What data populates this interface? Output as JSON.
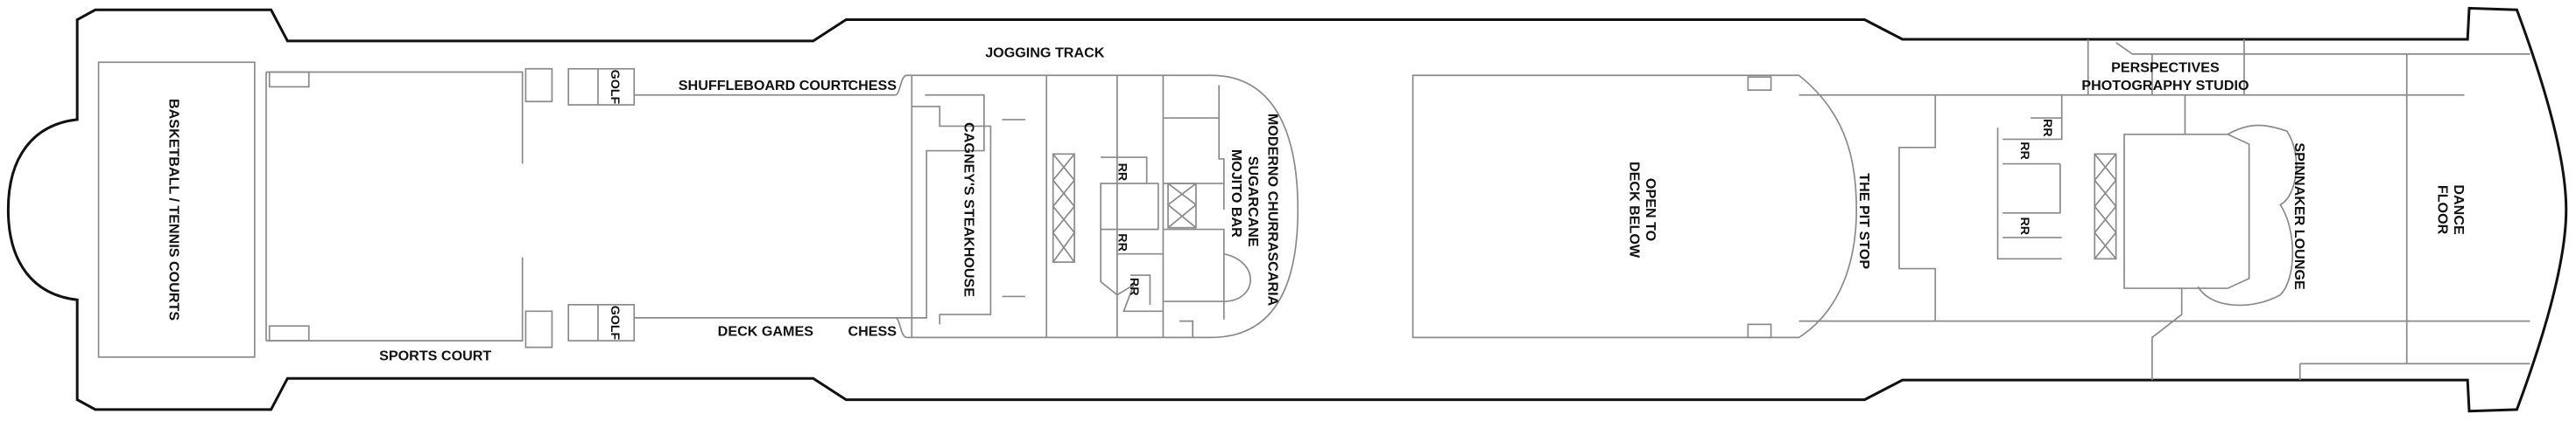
{
  "deck_plan": {
    "labels": {
      "basketball": "BASKETBALL / TENNIS COURTS",
      "sports_court": "SPORTS COURT",
      "golf_top": "GOLF",
      "golf_bottom": "GOLF",
      "shuffleboard": "SHUFFLEBOARD COURT",
      "chess_top": "CHESS",
      "chess_bottom": "CHESS",
      "deck_games": "DECK GAMES",
      "jogging_track": "JOGGING TRACK",
      "cagneys": "CAGNEY'S STEAKHOUSE",
      "rr_1": "RR",
      "rr_2": "RR",
      "rr_3": "RR",
      "sugarcane_1": "SUGARCANE",
      "sugarcane_2": "MOJITO BAR",
      "moderno": "MODERNO CHURRASCARIA",
      "open_1": "OPEN TO",
      "open_2": "DECK BELOW",
      "pit_stop": "THE PIT STOP",
      "perspectives_1": "PERSPECTIVES",
      "perspectives_2": "PHOTOGRAPHY STUDIO",
      "rr_4": "RR",
      "rr_5": "RR",
      "rr_6": "RR",
      "spinnaker": "SPINNAKER LOUNGE",
      "dance_1": "DANCE",
      "dance_2": "FLOOR"
    }
  }
}
